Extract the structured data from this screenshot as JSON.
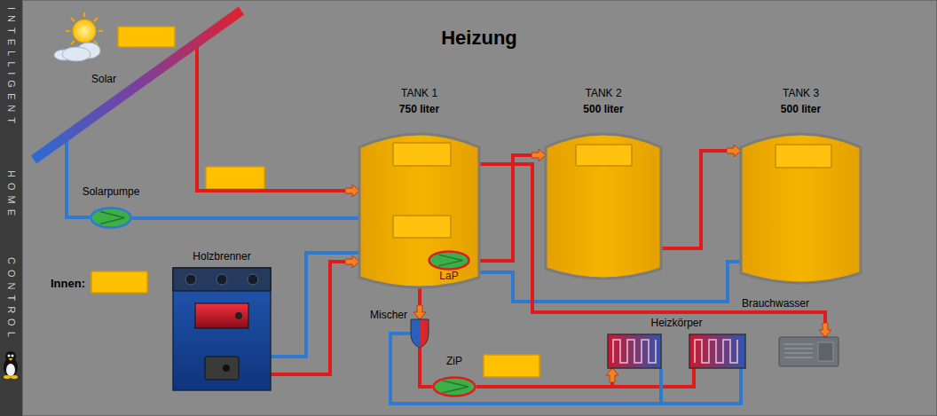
{
  "diagram": {
    "title": "Heizung",
    "nodes": [
      {
        "text": [
          "Solar"
        ]
      },
      {
        "text": [
          "Solarpumpe"
        ]
      },
      {
        "text": [
          "TANK 1",
          "750 liter"
        ]
      },
      {
        "text": [
          "LaP"
        ],
        "in": 2
      },
      {
        "text": [
          "TANK 2",
          "500 liter"
        ]
      },
      {
        "text": [
          "TANK 3",
          "500 liter"
        ]
      },
      {
        "text": [
          "Holzbrenner"
        ]
      },
      {
        "text": [
          "Mischer"
        ]
      },
      {
        "text": [
          "ZiP"
        ]
      },
      {
        "text": [
          "Heizkörper"
        ]
      },
      {
        "text": [
          "Brauchwasser"
        ]
      }
    ],
    "edges": [
      {
        "from": 0,
        "to": 2,
        "arrow": "to"
      },
      {
        "from": 2,
        "to": 1,
        "arrow": "none"
      },
      {
        "from": 1,
        "to": 0,
        "arrow": "none"
      },
      {
        "from": 6,
        "to": 2,
        "arrow": "to"
      },
      {
        "from": 2,
        "to": 6,
        "arrow": "none"
      },
      {
        "from": 3,
        "to": 4,
        "arrow": "to"
      },
      {
        "from": 4,
        "to": 5,
        "arrow": "to"
      },
      {
        "from": 5,
        "to": 2,
        "arrow": "none"
      },
      {
        "from": 2,
        "to": 10,
        "arrow": "to"
      },
      {
        "from": 2,
        "to": 7,
        "arrow": "to"
      },
      {
        "from": 7,
        "to": 8,
        "arrow": "none"
      },
      {
        "from": 8,
        "to": 9,
        "arrow": "to"
      },
      {
        "from": 9,
        "to": 7,
        "arrow": "none"
      }
    ],
    "labels": [
      "Innen:",
      "INTELLIGENT",
      "HOME",
      "CONTROL"
    ]
  }
}
